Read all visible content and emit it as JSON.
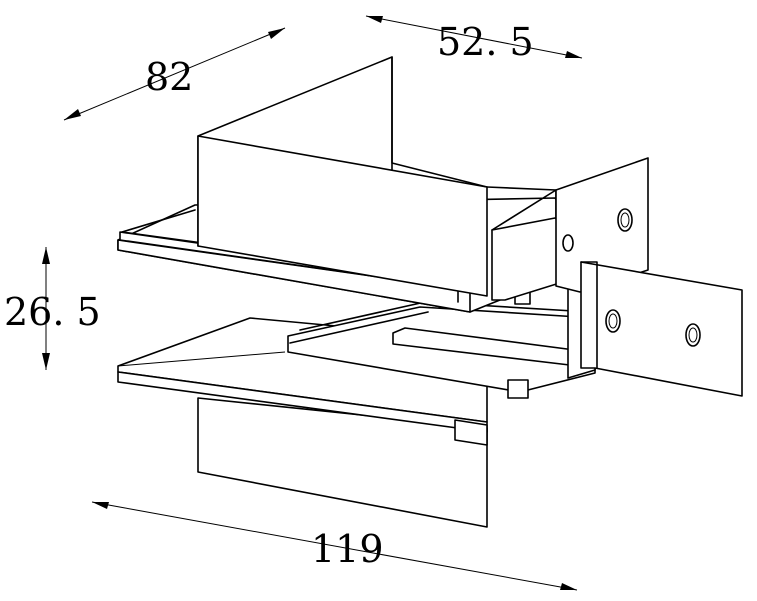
{
  "dimensions": {
    "length_82": "82",
    "width_52_5": "52. 5",
    "height_26_5": "26. 5",
    "length_119": "119"
  },
  "colors": {
    "line": "#000000",
    "background": "#ffffff"
  }
}
